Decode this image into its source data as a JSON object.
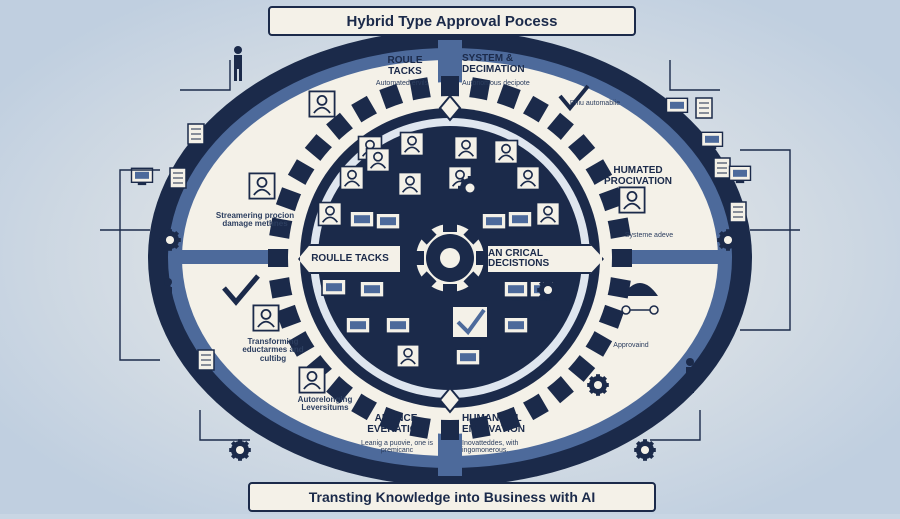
{
  "title": "Hybrid Type Approval Pocess",
  "footer": "Transting Knowledge into Business with AI",
  "quadrants": {
    "top_left": {
      "heading": "Roule Tacks",
      "sub": "Automated ervils",
      "side": "Streamering procion damage methnes"
    },
    "top_right": {
      "heading": "System & Decimation",
      "sub": "Autonomous decipote",
      "side_a": "Phiu automabiie",
      "side_b": "Humated Procivation",
      "side_c": "Systeme adeve"
    },
    "bottom_left": {
      "side_a": "Transforming eductarmes and cultibg",
      "side_b": "Autorelonging Leversitums",
      "heading": "Adunce Everation",
      "sub": "Leanig a puovie, one is premicanc"
    },
    "bottom_right": {
      "side": "Approvaind",
      "heading": "Humane AL Entevation",
      "sub": "Inovatteddes, with ingomonerous."
    }
  },
  "center": {
    "left_pill": "Roulle Tacks",
    "right_pill": "An Crical Decistions"
  },
  "colors": {
    "navy": "#1b2a4a",
    "steel": "#4d6a9b",
    "paper": "#f4f1e8",
    "bg": "#c9d6e4",
    "light": "#e8eef5"
  },
  "icons": [
    "gear-icon",
    "person-icon",
    "monitor-icon",
    "checkmark-icon",
    "document-icon",
    "network-icon"
  ]
}
